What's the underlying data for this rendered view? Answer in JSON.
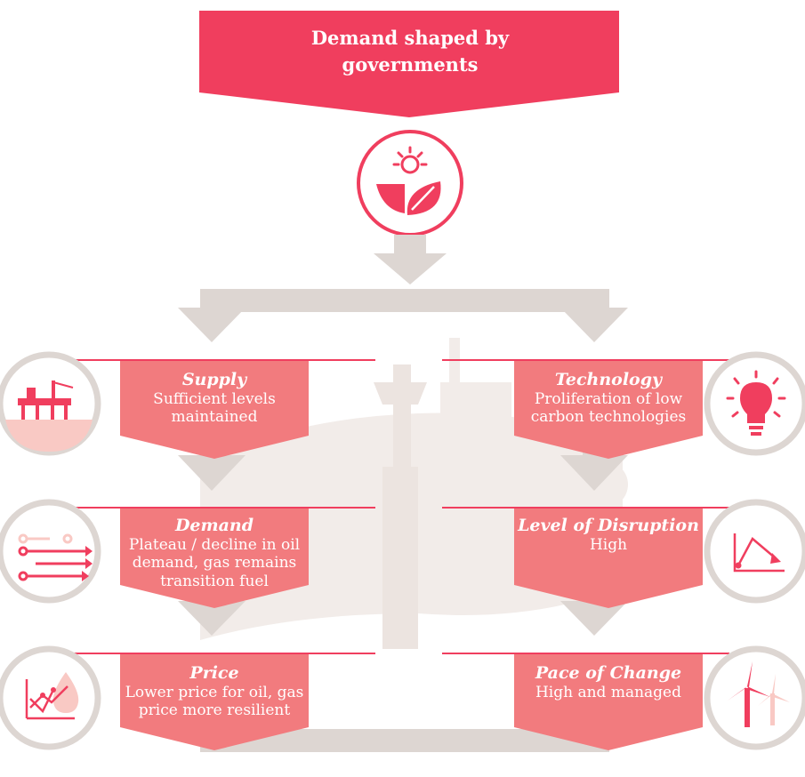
{
  "header": {
    "title_line1": "Demand shaped by",
    "title_line2": "governments"
  },
  "colors": {
    "primary_pink": "#f03e5e",
    "card_pink": "#f27b7e",
    "light_pink": "#f9c9c4",
    "connector_gray": "#ddd6d2",
    "background_scene": "#f2ece9"
  },
  "cards": {
    "supply": {
      "title": "Supply",
      "line1": "Sufficient levels",
      "line2": "maintained",
      "icon": "oil-rig-icon"
    },
    "demand": {
      "title": "Demand",
      "line1": "Plateau / decline in oil",
      "line2": "demand, gas remains",
      "line3": "transition fuel",
      "icon": "flow-arrows-icon"
    },
    "price": {
      "title": "Price",
      "line1": "Lower price for oil, gas",
      "line2": "price more resilient",
      "icon": "price-chart-drop-icon"
    },
    "technology": {
      "title": "Technology",
      "line1": "Proliferation of low",
      "line2": "carbon technologies",
      "icon": "lightbulb-icon"
    },
    "disruption": {
      "title": "Level of Disruption",
      "line1": "High",
      "icon": "falling-line-chart-icon"
    },
    "pace": {
      "title": "Pace of Change",
      "line1": "High and managed",
      "icon": "wind-turbines-icon"
    }
  },
  "center_icon": "sun-leaf-icon"
}
